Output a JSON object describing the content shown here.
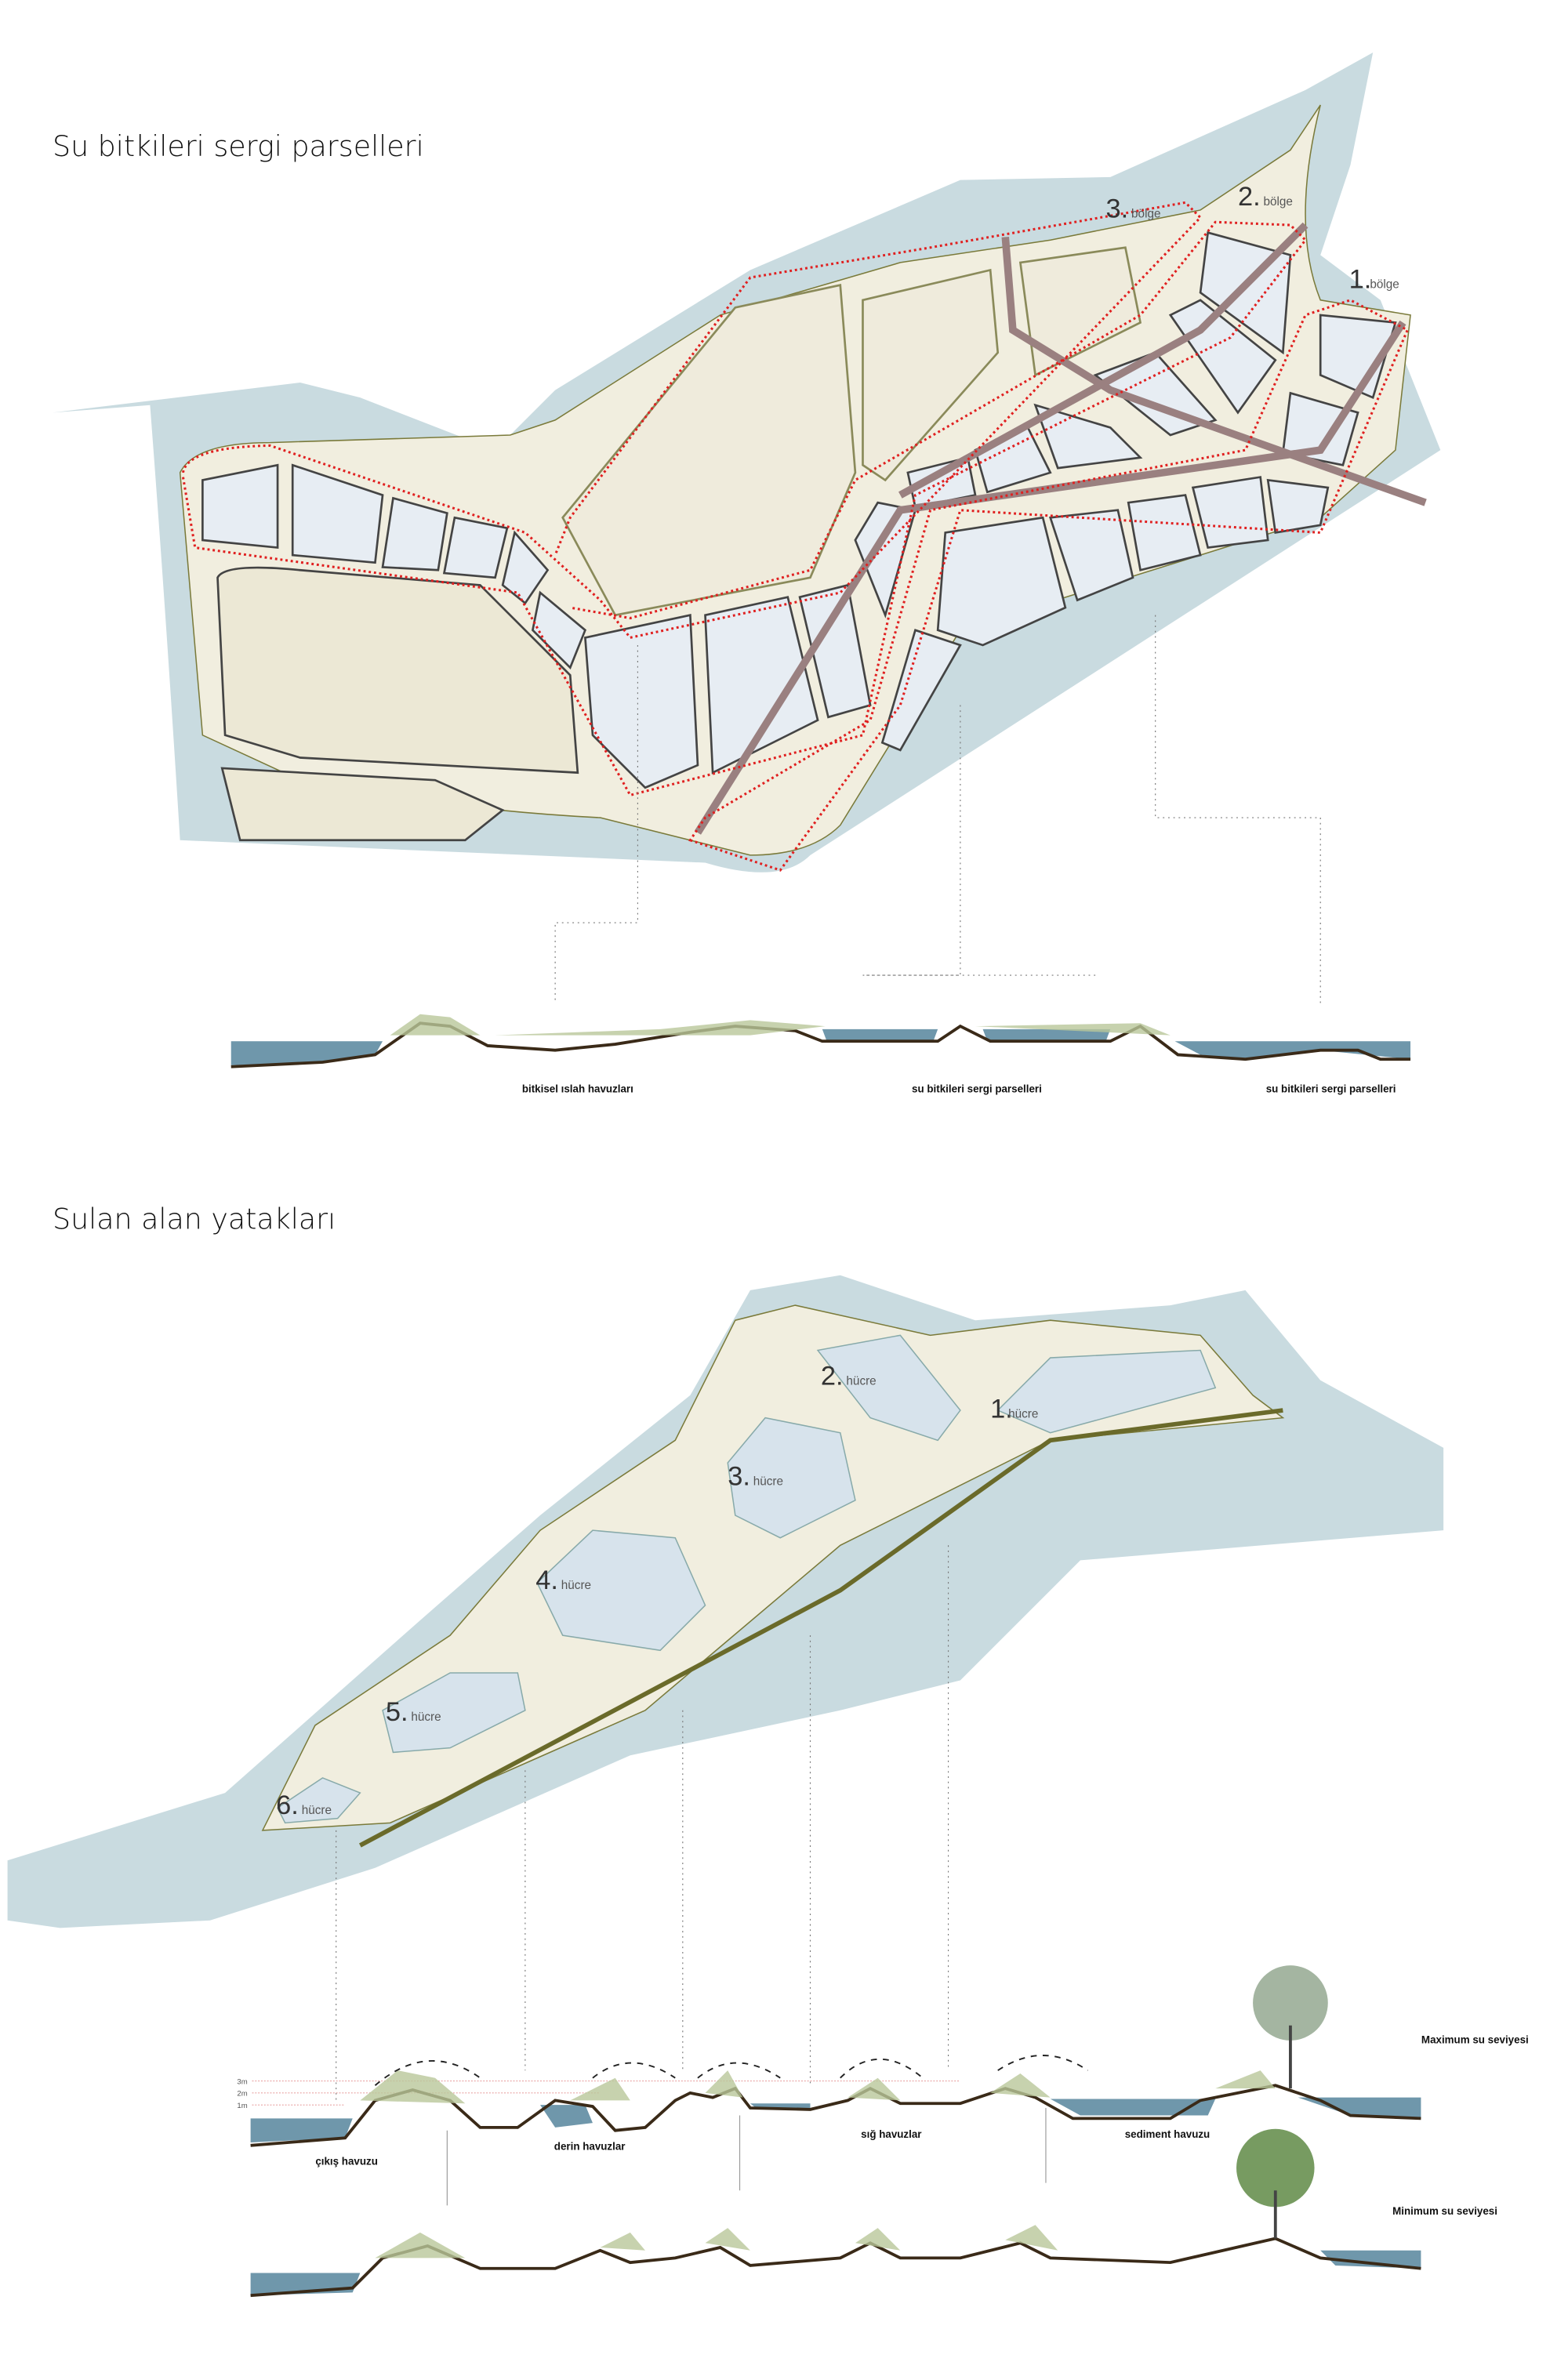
{
  "section1": {
    "title": "Su bitkileri sergi parselleri",
    "zones": [
      {
        "num": "3.",
        "label": "bölge"
      },
      {
        "num": "2.",
        "label": "bölge"
      },
      {
        "num": "1.",
        "label": "bölge"
      }
    ],
    "section_labels": [
      "bitkisel ıslah havuzları",
      "su bitkileri sergi parselleri",
      "su bitkileri sergi parselleri"
    ]
  },
  "section2": {
    "title": "Sulan alan yatakları",
    "cells": [
      {
        "num": "1.",
        "label": "hücre"
      },
      {
        "num": "2.",
        "label": "hücre"
      },
      {
        "num": "3.",
        "label": "hücre"
      },
      {
        "num": "4.",
        "label": "hücre"
      },
      {
        "num": "5.",
        "label": "hücre"
      },
      {
        "num": "6.",
        "label": "hücre"
      }
    ],
    "scale": [
      "3m",
      "2m",
      "1m"
    ],
    "section_labels": [
      "çıkış havuzu",
      "derin havuzlar",
      "sığ havuzlar",
      "sediment havuzu"
    ],
    "levels": [
      "Maximum su seviyesi",
      "Minimum su seviyesi"
    ]
  },
  "colors": {
    "water": "#c9dbe0",
    "land": "#f1eedf",
    "boundary": "#e02020"
  }
}
